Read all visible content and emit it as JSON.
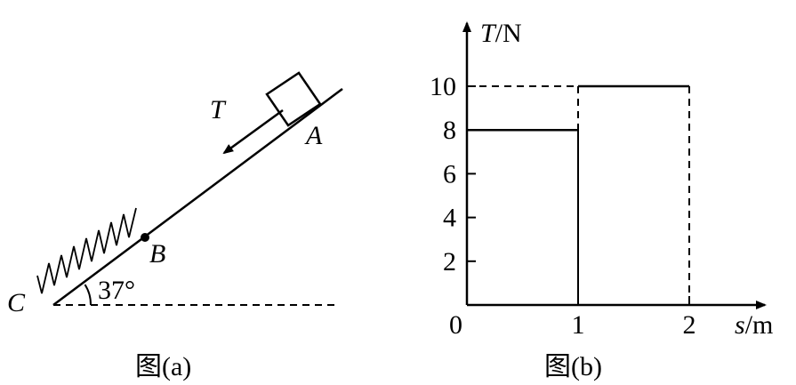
{
  "figure_a": {
    "caption": "图(a)",
    "force_label": "T",
    "point_a": "A",
    "point_b": "B",
    "point_c": "C",
    "angle_label": "37°"
  },
  "figure_b": {
    "caption": "图(b)",
    "y_axis_var": "T",
    "y_axis_unit": "/N",
    "x_axis_var": "s",
    "x_axis_unit": "/m",
    "origin_label": "0"
  },
  "chart_data": {
    "type": "line",
    "title": "",
    "xlabel": "s/m",
    "ylabel": "T/N",
    "x_ticks": [
      "1",
      "2"
    ],
    "y_ticks": [
      "2",
      "4",
      "6",
      "8",
      "10"
    ],
    "xlim": [
      0,
      2.7
    ],
    "ylim": [
      0,
      13.5
    ],
    "grid": false,
    "series": [
      {
        "segments": [
          {
            "x": [
              0,
              1
            ],
            "y": [
              8,
              8
            ]
          },
          {
            "x": [
              1,
              2
            ],
            "y": [
              10,
              10
            ]
          }
        ]
      }
    ]
  }
}
